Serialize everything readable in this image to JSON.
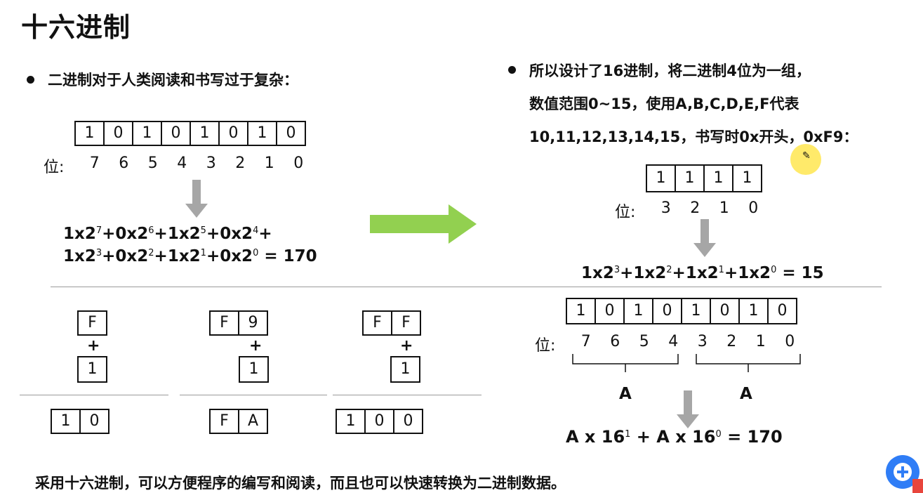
{
  "title": "十六进制",
  "left_bullet": "二进制对于人类阅读和书写过于复杂：",
  "right_bullet_lines": [
    "所以设计了16进制，将二进制4位为一组，",
    "数值范围0~15，使用A,B,C,D,E,F代表",
    "10,11,12,13,14,15，书写时0x开头，0xF9："
  ],
  "pos_label": "位:",
  "binary8_bits": [
    "1",
    "0",
    "1",
    "0",
    "1",
    "0",
    "1",
    "0"
  ],
  "binary8_positions": [
    "7",
    "6",
    "5",
    "4",
    "3",
    "2",
    "1",
    "0"
  ],
  "formula8": {
    "line1_terms": [
      {
        "c": "1x2",
        "e": "7",
        "s": "+"
      },
      {
        "c": "0x2",
        "e": "6",
        "s": "+"
      },
      {
        "c": "1x2",
        "e": "5",
        "s": "+"
      },
      {
        "c": "0x2",
        "e": "4",
        "s": "+"
      }
    ],
    "line2_terms": [
      {
        "c": "1x2",
        "e": "3",
        "s": "+"
      },
      {
        "c": "0x2",
        "e": "2",
        "s": "+"
      },
      {
        "c": "1x2",
        "e": "1",
        "s": "+"
      },
      {
        "c": "0x2",
        "e": "0",
        "s": ""
      }
    ],
    "result": " = 170"
  },
  "binary4_bits": [
    "1",
    "1",
    "1",
    "1"
  ],
  "binary4_positions": [
    "3",
    "2",
    "1",
    "0"
  ],
  "formula4": {
    "terms": [
      {
        "c": "1x2",
        "e": "3",
        "s": "+"
      },
      {
        "c": "1x2",
        "e": "2",
        "s": "+"
      },
      {
        "c": "1x2",
        "e": "1",
        "s": "+"
      },
      {
        "c": "1x2",
        "e": "0",
        "s": ""
      }
    ],
    "result": " = 15"
  },
  "additions": [
    {
      "top": [
        "F"
      ],
      "plus": "+",
      "addend": [
        "1"
      ],
      "result": [
        "1",
        "0"
      ]
    },
    {
      "top": [
        "F",
        "9"
      ],
      "plus": "+",
      "addend": [
        "1"
      ],
      "result": [
        "F",
        "A"
      ]
    },
    {
      "top": [
        "F",
        "F"
      ],
      "plus": "+",
      "addend": [
        "1"
      ],
      "result": [
        "1",
        "0",
        "0"
      ]
    }
  ],
  "group_labels": [
    "A",
    "A"
  ],
  "hex_formula": {
    "part1": "A x 16",
    "e1": "1",
    "part2": " + A x 16",
    "e2": "0",
    "result": " = 170"
  },
  "footer": "采用十六进制，可以方便程序的编写和阅读，而且也可以快速转换为二进制数据。",
  "colors": {
    "green_arrow": "#92d050",
    "gray_arrow": "#a6a6a6"
  }
}
